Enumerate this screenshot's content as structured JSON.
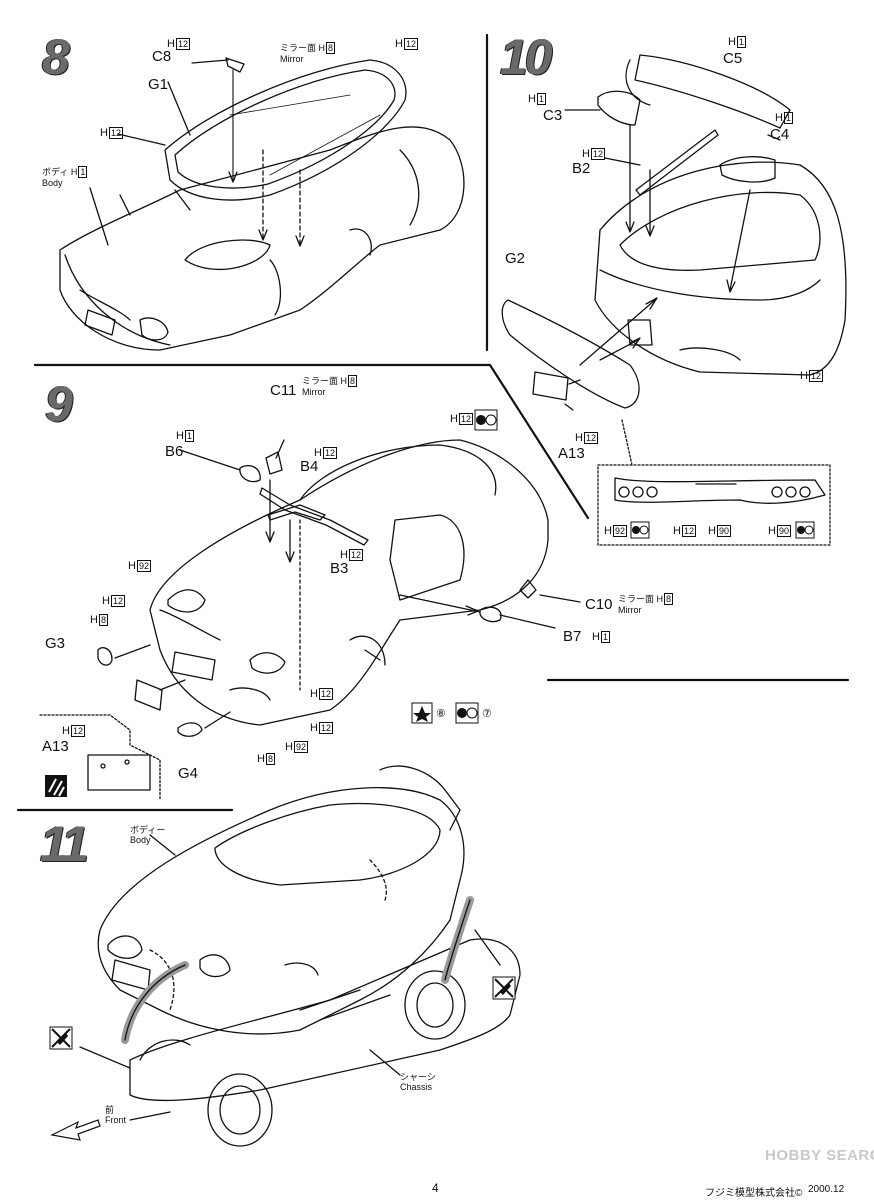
{
  "steps": {
    "s8": {
      "number": "8",
      "parts": {
        "c8": "C8",
        "g1": "G1"
      },
      "labels": {
        "h12_top": "H",
        "mirror_jp": "ミラー面",
        "mirror_en": "Mirror",
        "body_jp": "ボディ",
        "body_en": "Body"
      }
    },
    "s9": {
      "number": "9",
      "parts": {
        "c11": "C11",
        "b6": "B6",
        "b4": "B4",
        "b3": "B3",
        "g3": "G3",
        "g4": "G4",
        "a13": "A13",
        "c10": "C10",
        "b7": "B7"
      },
      "labels": {
        "mirror_jp": "ミラー面",
        "mirror_en": "Mirror",
        "num8": "⑧",
        "num7": "⑦"
      }
    },
    "s10": {
      "number": "10",
      "parts": {
        "c5": "C5",
        "c3": "C3",
        "c4": "C4",
        "b2": "B2",
        "g2": "G2",
        "a13": "A13"
      }
    },
    "s11": {
      "number": "11",
      "labels": {
        "body_jp": "ボディー",
        "body_en": "Body",
        "chassis_jp": "シャーシ",
        "chassis_en": "Chassis",
        "front_jp": "前",
        "front_en": "Front"
      }
    }
  },
  "paint": {
    "h": "H",
    "h1": "1",
    "h8": "8",
    "h12": "12",
    "h90": "90",
    "h92": "92"
  },
  "footer": {
    "page_number": "4",
    "copyright": "フジミ模型株式会社©",
    "date": "2000.12",
    "watermark": "HOBBY SEARCH"
  }
}
